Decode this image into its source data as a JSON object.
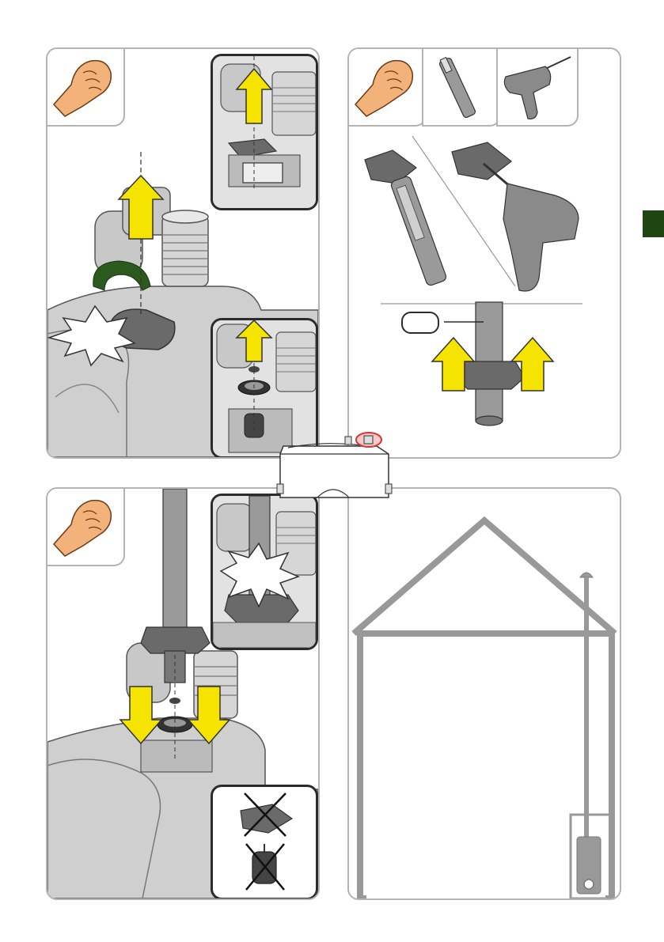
{
  "page": {
    "side_tab_color": "#1f4513",
    "arrow_color": "#f5e400",
    "hand_color": "#f2b27a",
    "green_arrow_color": "#2c5a1e",
    "callout_text": ""
  },
  "panels": [
    {
      "id": "step-remove-cap",
      "icons": [
        "hand-icon"
      ]
    },
    {
      "id": "step-cut-or-drill",
      "icons": [
        "hand-icon",
        "utility-knife-icon",
        "power-drill-icon"
      ]
    },
    {
      "id": "step-insert-pipe",
      "icons": [
        "hand-icon"
      ]
    },
    {
      "id": "step-house-installation",
      "icons": []
    }
  ]
}
